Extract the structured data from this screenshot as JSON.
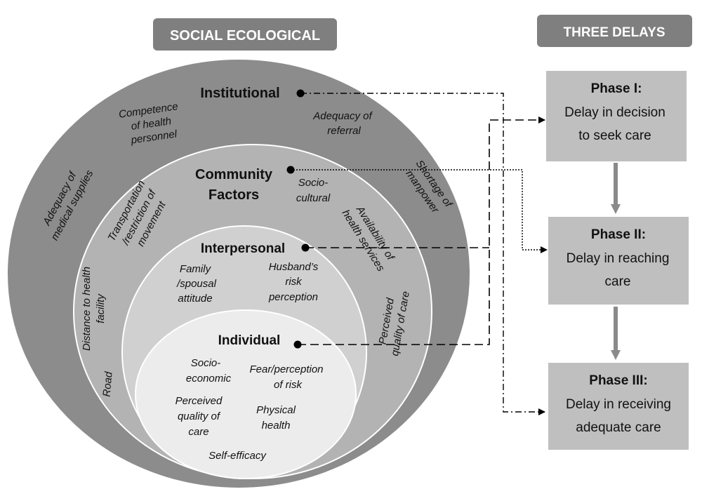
{
  "headers": {
    "left": "SOCIAL ECOLOGICAL",
    "right": "THREE DELAYS"
  },
  "levels": {
    "institutional": "Institutional",
    "community_line1": "Community",
    "community_line2": "Factors",
    "interpersonal": "Interpersonal",
    "individual": "Individual"
  },
  "factors": {
    "competence": [
      "Competence",
      "of health",
      "personnel"
    ],
    "adequacy_referral": [
      "Adequacy of",
      "referral"
    ],
    "adequacy_supplies": [
      "Adequacy of",
      "medical supplies"
    ],
    "shortage_manpower": [
      "Shortage of",
      "manpower"
    ],
    "transportation": [
      "Transportation",
      "/restriction of",
      "movement"
    ],
    "socio_cultural": [
      "Socio-",
      "cultural"
    ],
    "availability_services": [
      "Availability of",
      "health services"
    ],
    "distance": [
      "Distance to health",
      "facility"
    ],
    "road": "Road",
    "perceived_quality_care_outer": [
      "Perceived",
      "quality of care"
    ],
    "family": [
      "Family",
      "/spousal",
      "attitude"
    ],
    "husband": [
      "Husband’s",
      "risk",
      "perception"
    ],
    "socio_economic": [
      "Socio-",
      "economic"
    ],
    "fear": [
      "Fear/perception",
      "of risk"
    ],
    "perceived_quality_inner": [
      "Perceived",
      "quality of",
      "care"
    ],
    "physical_health": [
      "Physical",
      "health"
    ],
    "self_efficacy": "Self-efficacy"
  },
  "phases": [
    {
      "title": "Phase I:",
      "lines": [
        "Delay in decision",
        "to seek care"
      ]
    },
    {
      "title": "Phase II:",
      "lines": [
        "Delay in reaching",
        "care"
      ]
    },
    {
      "title": "Phase III:",
      "lines": [
        "Delay in receiving",
        "adequate care"
      ]
    }
  ],
  "colors": {
    "header_fill": "#7f7f7f",
    "outer_circle": "#8c8c8c",
    "community_circle": "#b3b3b3",
    "interpersonal_circle": "#d0d0d0",
    "individual_circle": "#ececec",
    "phase_box": "#bfbfbf",
    "arrow_gray": "#8a8a8a"
  }
}
